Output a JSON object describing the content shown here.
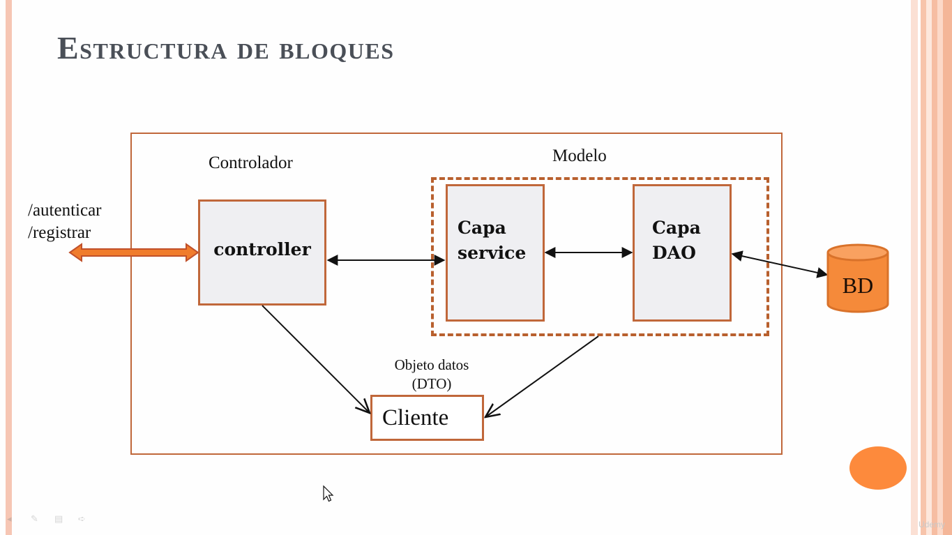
{
  "slide": {
    "title": "Estructura de bloques"
  },
  "diagram": {
    "routes": [
      "/autenticar",
      "/registrar"
    ],
    "controller_section_label": "Controlador",
    "controller_box_label": "controller",
    "model_section_label": "Modelo",
    "service_box_lines": [
      "Capa",
      "service"
    ],
    "dao_box_lines": [
      "Capa",
      "DAO"
    ],
    "database_label": "BD",
    "dto_caption_lines": [
      "Objeto datos",
      "(DTO)"
    ],
    "dto_box_label": "Cliente"
  },
  "icons": [
    "cursor-icon",
    "database-icon",
    "pen-icon",
    "menu-icon",
    "exit-icon",
    "double-arrow-icon"
  ],
  "watermark": "Udemy",
  "colors": {
    "accent": "#c0673a",
    "arrow_orange": "#f07c2c",
    "database_fill": "#f58a3a",
    "circle": "#fd8a3c",
    "title": "#4a4f57",
    "stripe_pink": "#f7cdb8"
  }
}
